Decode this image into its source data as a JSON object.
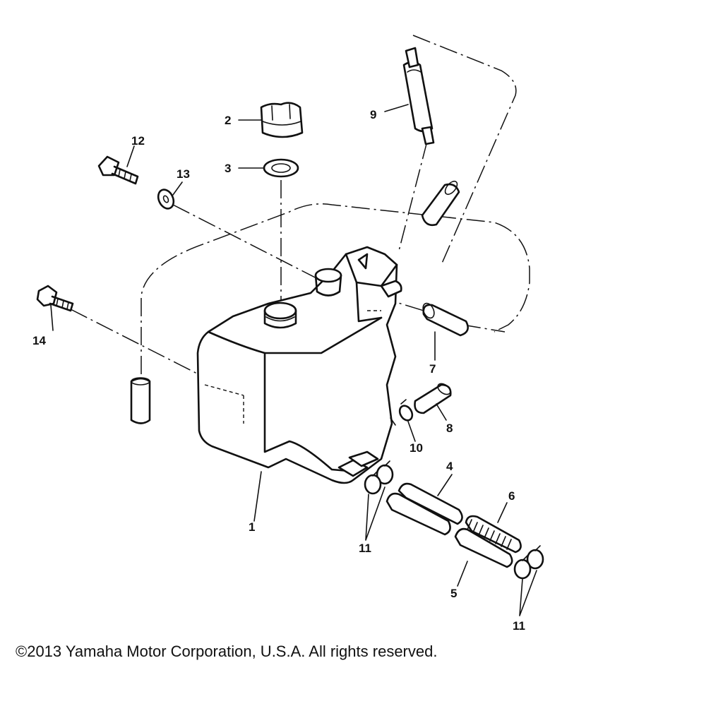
{
  "diagram": {
    "callouts": [
      {
        "id": "c1",
        "text": "1"
      },
      {
        "id": "c2",
        "text": "2"
      },
      {
        "id": "c3",
        "text": "3"
      },
      {
        "id": "c4",
        "text": "4"
      },
      {
        "id": "c5",
        "text": "5"
      },
      {
        "id": "c6",
        "text": "6"
      },
      {
        "id": "c7",
        "text": "7"
      },
      {
        "id": "c8",
        "text": "8"
      },
      {
        "id": "c9",
        "text": "9"
      },
      {
        "id": "c10",
        "text": "10"
      },
      {
        "id": "c11a",
        "text": "11"
      },
      {
        "id": "c11b",
        "text": "11"
      },
      {
        "id": "c12",
        "text": "12"
      },
      {
        "id": "c13",
        "text": "13"
      },
      {
        "id": "c14",
        "text": "14"
      }
    ]
  },
  "footer": {
    "copyright": "©2013 Yamaha Motor Corporation, U.S.A. All rights reserved."
  }
}
